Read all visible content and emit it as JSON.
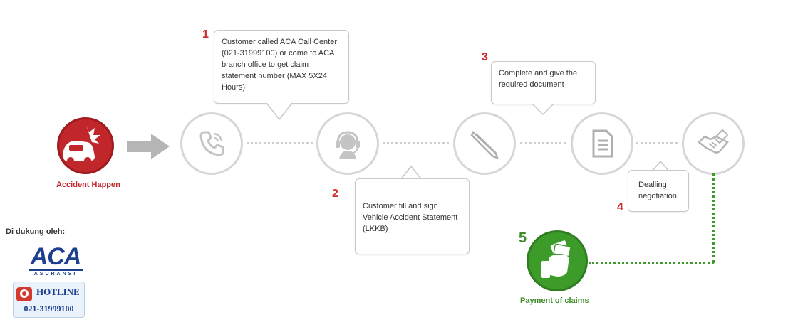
{
  "accident": {
    "label": "Accident Happen"
  },
  "steps": [
    {
      "number": "1",
      "text": "Customer called ACA Call Center (021-31999100) or come to ACA branch office to get claim statement number (MAX 5X24 Hours)"
    },
    {
      "number": "2",
      "text": "Customer fill and sign Vehicle Accident Statement (LKKB)"
    },
    {
      "number": "3",
      "text": "Complete and give the required document"
    },
    {
      "number": "4",
      "text": "Dealling negotiation"
    },
    {
      "number": "5",
      "text": "Payment of claims"
    }
  ],
  "sponsor": {
    "heading": "Di dukung oleh:",
    "logo_text": "ACA",
    "logo_subtext": "ASURANSI",
    "hotline_label": "HOTLINE",
    "hotline_number": "021-31999100"
  },
  "colors": {
    "accent_red": "#c0262a",
    "number_red": "#d22b2b",
    "green": "#3d9b2a",
    "icon_gray": "#c4c4c4"
  },
  "icons": [
    "car-crash-icon",
    "arrow-right-icon",
    "phone-icon",
    "headset-agent-icon",
    "pen-icon",
    "document-icon",
    "handshake-icon",
    "money-hand-icon",
    "hotline-phone-icon"
  ]
}
